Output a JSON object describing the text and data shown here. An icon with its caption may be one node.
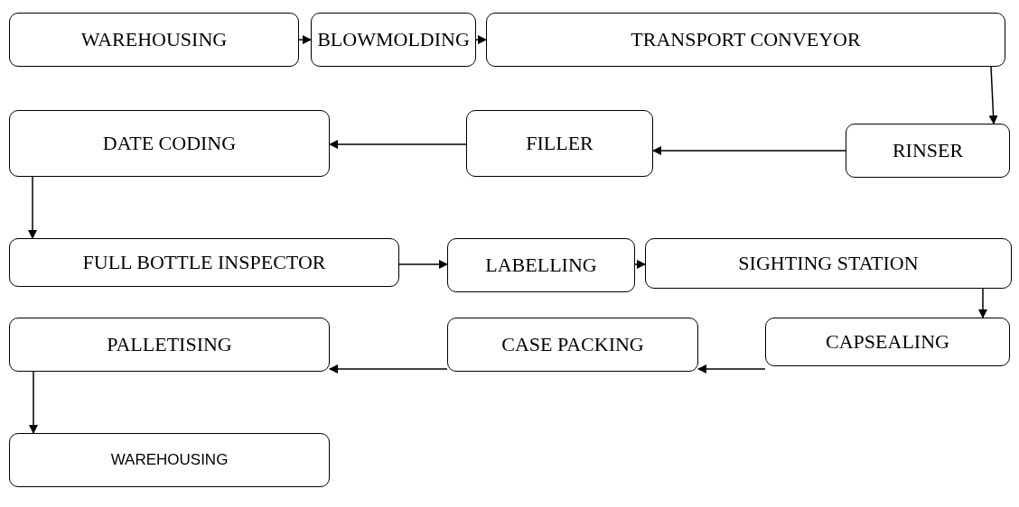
{
  "diagram": {
    "nodes": [
      {
        "text": [
          "WAREHOUSING"
        ]
      },
      {
        "text": [
          "BLOWMOLDING"
        ]
      },
      {
        "text": [
          "TRANSPORT CONVEYOR"
        ]
      },
      {
        "text": [
          "RINSER"
        ]
      },
      {
        "text": [
          "FILLER"
        ]
      },
      {
        "text": [
          "DATE CODING"
        ]
      },
      {
        "text": [
          "FULL BOTTLE INSPECTOR"
        ]
      },
      {
        "text": [
          "LABELLING"
        ]
      },
      {
        "text": [
          "SIGHTING STATION"
        ]
      },
      {
        "text": [
          "CAPSEALING"
        ]
      },
      {
        "text": [
          "CASE PACKING"
        ]
      },
      {
        "text": [
          "PALLETISING"
        ]
      },
      {
        "text": [
          "WAREHOUSING"
        ]
      }
    ],
    "edges": [
      {
        "from": 0,
        "to": 1,
        "arrow": "to"
      },
      {
        "from": 1,
        "to": 2,
        "arrow": "to"
      },
      {
        "from": 2,
        "to": 3,
        "arrow": "to"
      },
      {
        "from": 3,
        "to": 4,
        "arrow": "to"
      },
      {
        "from": 4,
        "to": 5,
        "arrow": "to"
      },
      {
        "from": 5,
        "to": 6,
        "arrow": "to"
      },
      {
        "from": 6,
        "to": 7,
        "arrow": "to"
      },
      {
        "from": 7,
        "to": 8,
        "arrow": "to"
      },
      {
        "from": 8,
        "to": 9,
        "arrow": "to"
      },
      {
        "from": 9,
        "to": 10,
        "arrow": "to"
      },
      {
        "from": 10,
        "to": 11,
        "arrow": "to"
      },
      {
        "from": 11,
        "to": 12,
        "arrow": "to"
      }
    ]
  }
}
